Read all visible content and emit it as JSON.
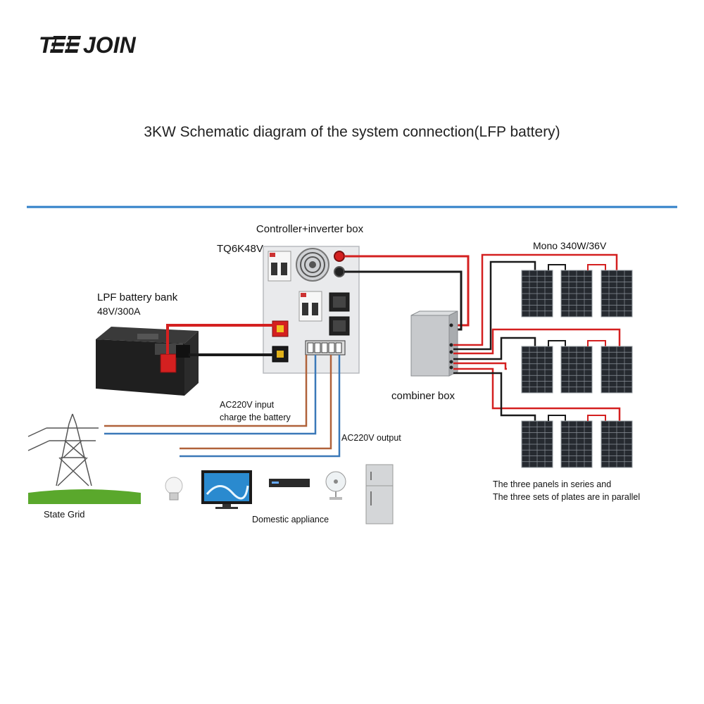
{
  "brand": {
    "logo_text": "TEEJOIN"
  },
  "title": "3KW Schematic diagram of the system connection(LFP battery)",
  "components": {
    "inverter": {
      "title": "Controller+inverter box",
      "model": "TQ6K48V"
    },
    "battery": {
      "title": "LPF battery bank",
      "spec": "48V/300A"
    },
    "combiner": {
      "title": "combiner box"
    },
    "panels": {
      "spec": "Mono 340W/36V",
      "note_line1": "The three panels in series and",
      "note_line2": "The three sets of plates are in parallel"
    },
    "grid": {
      "title": "State Grid"
    },
    "appliances": {
      "title": "Domestic appliance"
    }
  },
  "wires": {
    "ac_input_line1": "AC220V input",
    "ac_input_line2": "charge the battery",
    "ac_output": "AC220V output"
  },
  "colors": {
    "dc_positive": "#d42020",
    "dc_negative": "#1a1a1a",
    "ac_brown": "#b0623a",
    "ac_blue": "#3a78b8",
    "divider": "#2f7fc8",
    "grass": "#5aa82c"
  }
}
